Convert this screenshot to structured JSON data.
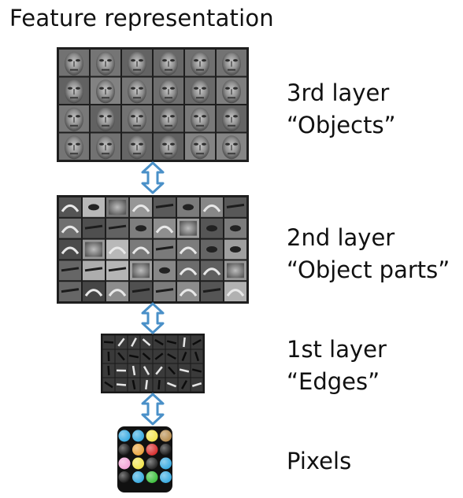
{
  "title": "Feature representation",
  "layers": [
    {
      "key": "objects",
      "name": "3rd layer",
      "description": "“Objects”"
    },
    {
      "key": "parts",
      "name": "2nd layer",
      "description": "“Object parts”"
    },
    {
      "key": "edges",
      "name": "1st layer",
      "description": "“Edges”"
    },
    {
      "key": "pixels",
      "name": "Pixels",
      "description": ""
    }
  ],
  "colors": {
    "arrow_stroke": "#4a90c8",
    "arrow_fill": "#ffffff",
    "grid_border": "#1a1a1a",
    "pixel_colors": [
      "#35a9e0",
      "#35a9e0",
      "#f2e34b",
      "#b58a4a",
      "#111111",
      "#e8a23a",
      "#d52a2a",
      "#111111",
      "#f2a3d6",
      "#f2e34b",
      "#222222",
      "#35a9e0",
      "#111111",
      "#35a9e0",
      "#3cbf3c",
      "#35a9e0"
    ]
  }
}
